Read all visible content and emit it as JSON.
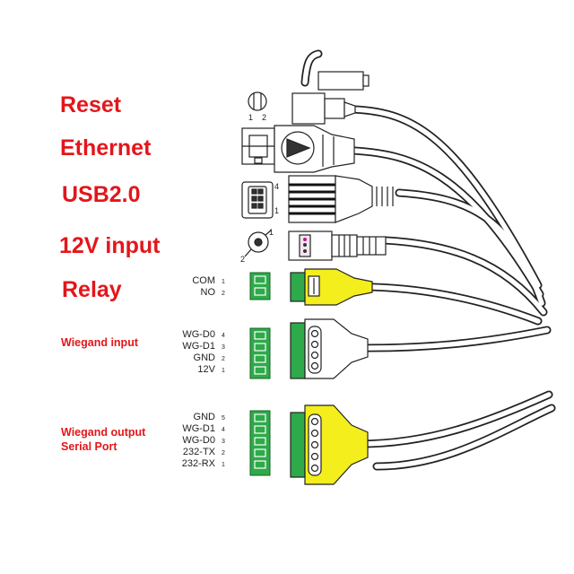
{
  "labels": {
    "reset": "Reset",
    "ethernet": "Ethernet",
    "usb": "USB2.0",
    "power": "12V input",
    "relay": "Relay",
    "wiegand_in": "Wiegand input",
    "wiegand_out": "Wiegand output",
    "serial_port": "Serial Port"
  },
  "reset_pins": [
    "1",
    "2"
  ],
  "usb_pins": [
    "4",
    "1"
  ],
  "power_pins": [
    "1",
    "2"
  ],
  "relay_pins": [
    {
      "name": "COM",
      "num": "1"
    },
    {
      "name": "NO",
      "num": "2"
    }
  ],
  "wiegand_in_pins": [
    {
      "name": "WG-D0",
      "num": "4"
    },
    {
      "name": "WG-D1",
      "num": "3"
    },
    {
      "name": "GND",
      "num": "2"
    },
    {
      "name": "12V",
      "num": "1"
    }
  ],
  "wiegand_out_pins": [
    {
      "name": "GND",
      "num": "5"
    },
    {
      "name": "WG-D1",
      "num": "4"
    },
    {
      "name": "WG-D0",
      "num": "3"
    },
    {
      "name": "232-TX",
      "num": "2"
    },
    {
      "name": "232-RX",
      "num": "1"
    }
  ],
  "colors": {
    "label_red": "#e3161a",
    "terminal_green": "#2eaa4a",
    "plug_yellow": "#f3ee1c",
    "cable_white": "#ffffff",
    "outline": "#222222",
    "power_pink": "#c2188a"
  },
  "icons": [
    "reset-button-icon",
    "ethernet-port-icon",
    "usb-port-icon",
    "dc-jack-icon",
    "green-terminal-block-icon",
    "yellow-connector-icon",
    "rj45-plug-icon",
    "usb-plug-icon",
    "dc-plug-icon"
  ]
}
